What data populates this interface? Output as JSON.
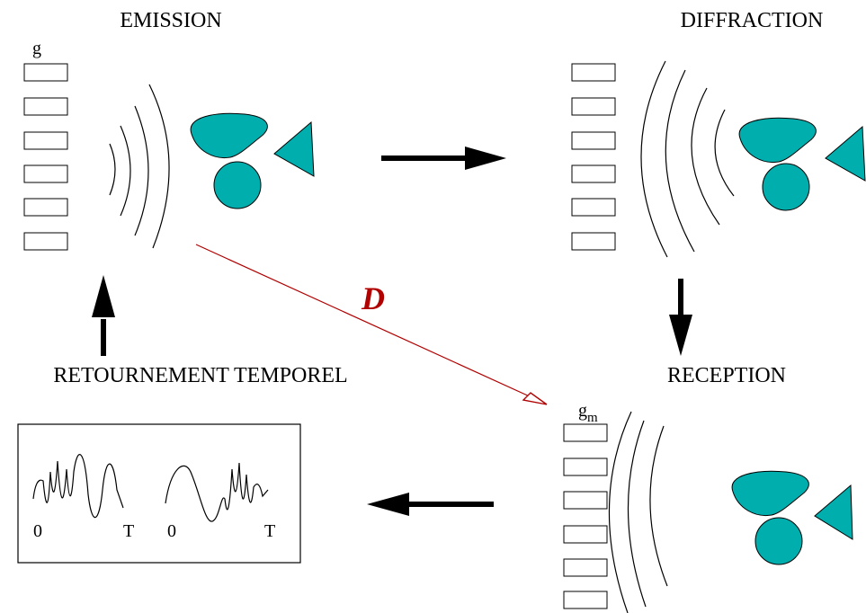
{
  "labels": {
    "emission": "EMISSION",
    "diffraction": "DIFFRACTION",
    "reception": "RECEPTION",
    "retournement": "RETOURNEMENT TEMPOREL",
    "g": "g",
    "gm_base": "g",
    "gm_sub": "m",
    "d": "D",
    "zero_left": "0",
    "t_left": "T",
    "zero_right": "0",
    "t_right": "T"
  },
  "colors": {
    "object_fill": "#00aeae",
    "d_arrow": "#b00000",
    "arrow": "#000000"
  },
  "icons": {
    "stage_arrow": "thick-arrow",
    "propagation": "hollow-head-arrow"
  }
}
